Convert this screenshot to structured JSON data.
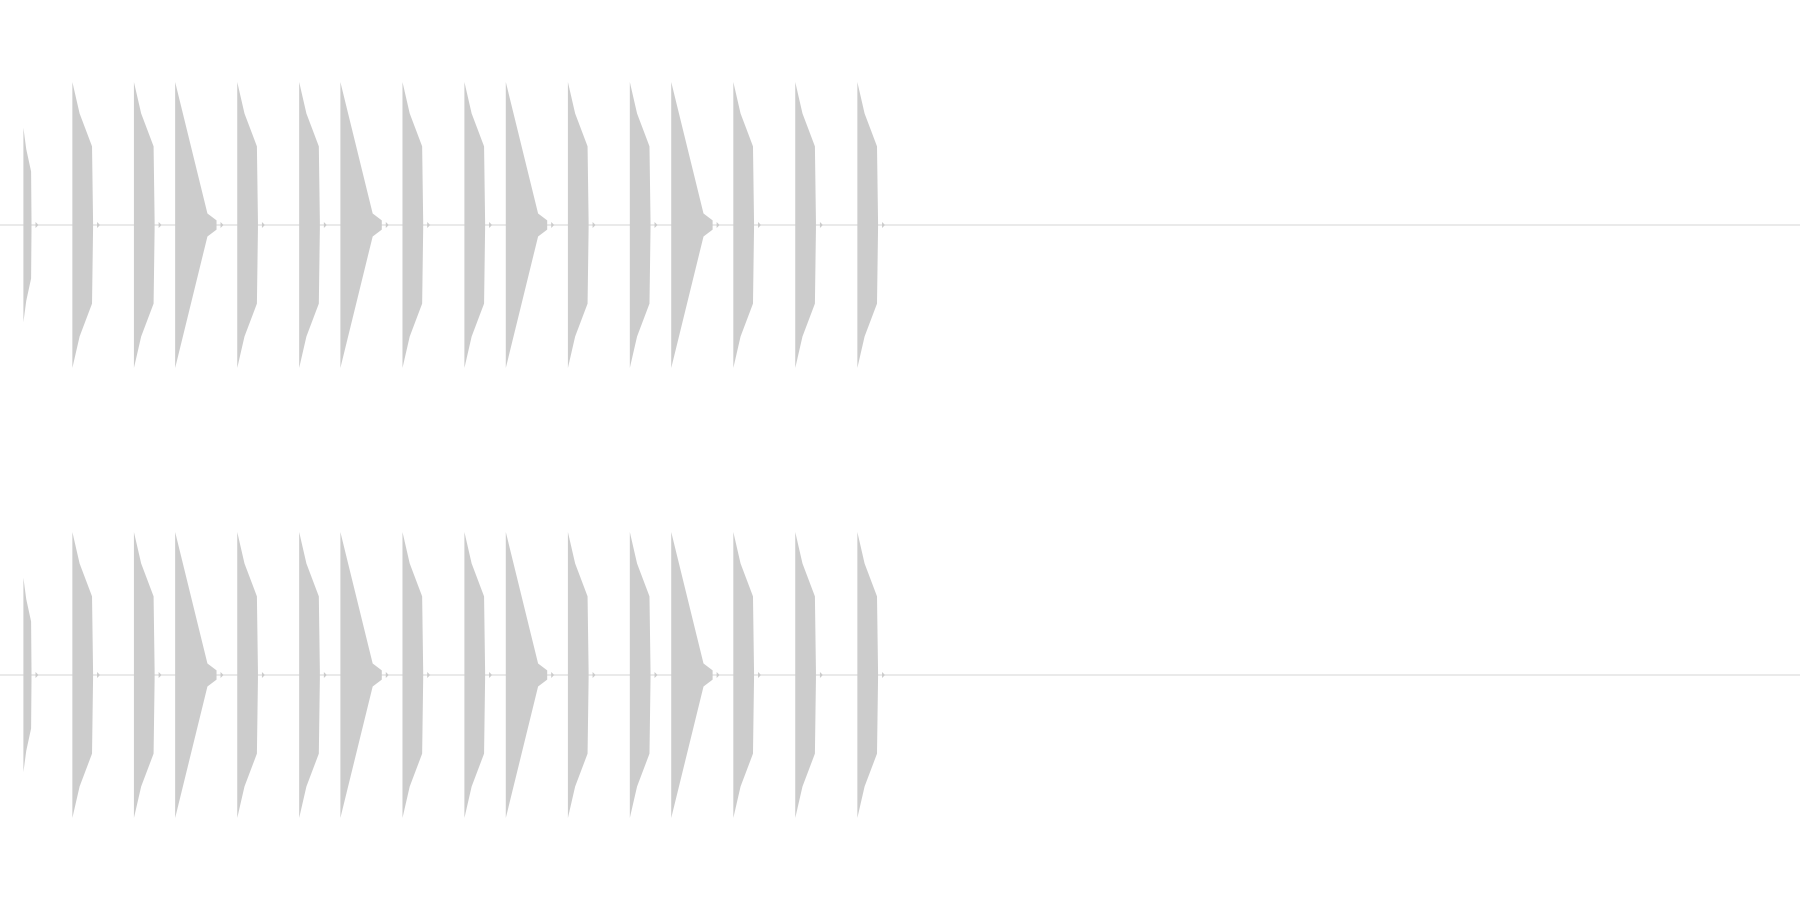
{
  "colors": {
    "background": "#ffffff",
    "waveform": "#cccccc",
    "baseline": "#d4d4d4"
  },
  "waveform": {
    "channels": 2,
    "sample_rate_hint": "",
    "bursts": [
      {
        "kind": "short",
        "start": 0.013,
        "dur": 0.0045,
        "peak": 0.68
      },
      {
        "kind": "short",
        "start": 0.0402,
        "dur": 0.0115,
        "peak": 1.0
      },
      {
        "kind": "short",
        "start": 0.0744,
        "dur": 0.0115,
        "peak": 1.0
      },
      {
        "kind": "long",
        "start": 0.0973,
        "dur": 0.023,
        "peak": 1.0
      },
      {
        "kind": "short",
        "start": 0.1318,
        "dur": 0.0115,
        "peak": 1.0
      },
      {
        "kind": "short",
        "start": 0.1662,
        "dur": 0.0115,
        "peak": 1.0
      },
      {
        "kind": "long",
        "start": 0.1891,
        "dur": 0.023,
        "peak": 1.0
      },
      {
        "kind": "short",
        "start": 0.2236,
        "dur": 0.0115,
        "peak": 1.0
      },
      {
        "kind": "short",
        "start": 0.258,
        "dur": 0.0115,
        "peak": 1.0
      },
      {
        "kind": "long",
        "start": 0.281,
        "dur": 0.023,
        "peak": 1.0
      },
      {
        "kind": "short",
        "start": 0.3155,
        "dur": 0.0115,
        "peak": 1.0
      },
      {
        "kind": "short",
        "start": 0.3499,
        "dur": 0.0115,
        "peak": 1.0
      },
      {
        "kind": "long",
        "start": 0.3729,
        "dur": 0.023,
        "peak": 1.0
      },
      {
        "kind": "short",
        "start": 0.4074,
        "dur": 0.0115,
        "peak": 1.0
      },
      {
        "kind": "short",
        "start": 0.4418,
        "dur": 0.0115,
        "peak": 1.0
      },
      {
        "kind": "short",
        "start": 0.4763,
        "dur": 0.0115,
        "peak": 1.0
      }
    ]
  }
}
